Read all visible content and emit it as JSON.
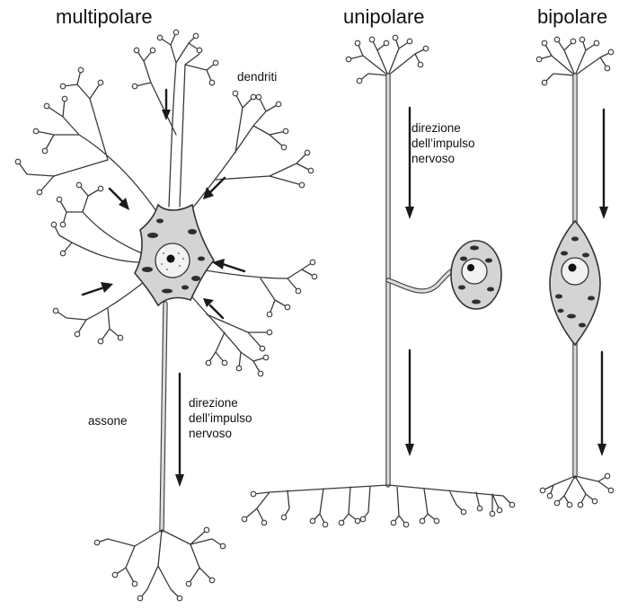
{
  "titles": {
    "multipolar": "multipolare",
    "unipolar": "unipolare",
    "bipolar": "bipolare"
  },
  "labels": {
    "dendrites": "dendriti",
    "axon": "assone",
    "impulse_direction": [
      "direzione",
      "dell’impulso",
      "nervoso"
    ]
  }
}
